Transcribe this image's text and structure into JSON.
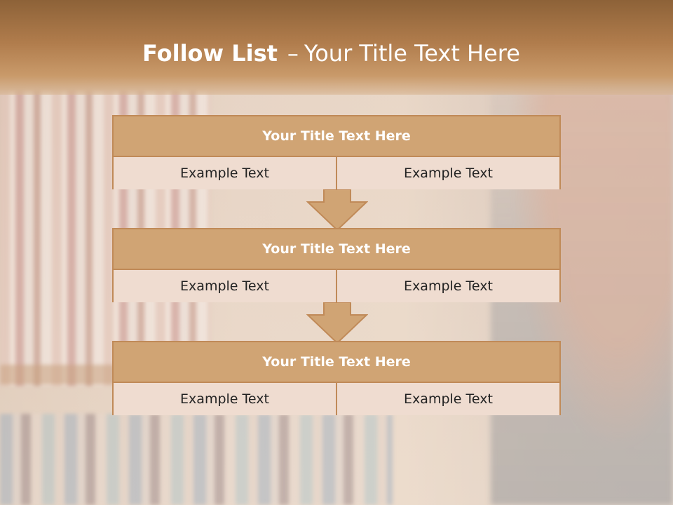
{
  "slide": {
    "title_bold": "Follow List",
    "title_dash": "–",
    "title_rest": "Your Title Text Here"
  },
  "blocks": [
    {
      "title": "Your Title Text Here",
      "left": "Example Text",
      "right": "Example Text"
    },
    {
      "title": "Your Title Text Here",
      "left": "Example Text",
      "right": "Example Text"
    },
    {
      "title": "Your Title Text Here",
      "left": "Example Text",
      "right": "Example Text"
    }
  ],
  "colors": {
    "header_band": "#b07c4c",
    "block_title_fill": "#d0a474",
    "block_cell_fill": "#efdcd0",
    "border": "#c08a58",
    "arrow_fill": "#d0a474"
  },
  "icons": [
    "down-arrow-icon"
  ]
}
